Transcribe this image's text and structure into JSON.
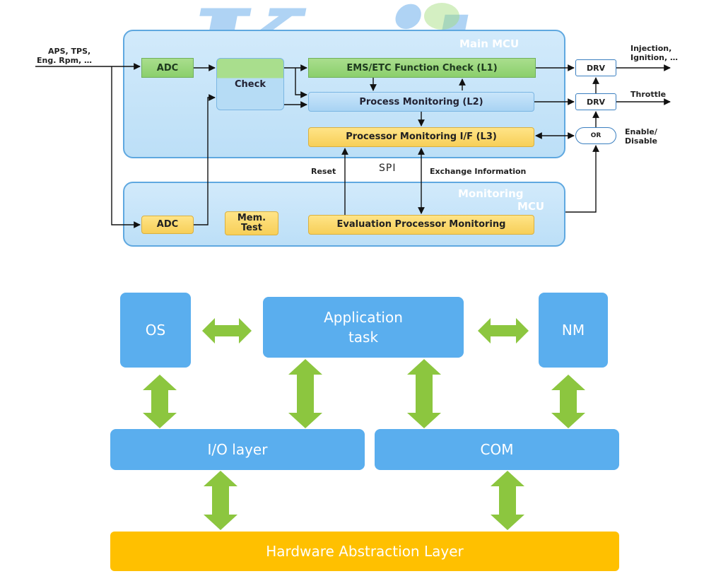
{
  "watermark": {
    "text": "Keit",
    "colors": {
      "letters": "#6eafeb",
      "dot": "#a0dc78"
    }
  },
  "top_diagram": {
    "inputs_label": [
      "APS, TPS,",
      "Eng. Rpm, …"
    ],
    "outputs": {
      "injection": [
        "Injection,",
        "Ignition, …"
      ],
      "throttle": "Throttle",
      "enable": [
        "Enable/",
        "Disable"
      ]
    },
    "main_mcu": {
      "title": "Main MCU",
      "adc": "ADC",
      "check": "Check",
      "l1": "EMS/ETC Function Check (L1)",
      "l2": "Process Monitoring (L2)",
      "l3": "Processor Monitoring I/F (L3)"
    },
    "drivers": {
      "drv1": "DRV",
      "drv2": "DRV",
      "or": "OR"
    },
    "link_labels": {
      "reset": "Reset",
      "spi": "SPI",
      "exchange": "Exchange Information"
    },
    "monitoring_mcu": {
      "title": [
        "Monitoring",
        "MCU"
      ],
      "adc": "ADC",
      "mem_test": [
        "Mem.",
        "Test"
      ],
      "evaluation": "Evaluation Processor Monitoring"
    },
    "colors": {
      "panel": "#bcdff7",
      "green_box": "#8bcf6c",
      "yellow_box": "#f7cf58"
    }
  },
  "bottom_diagram": {
    "os": "OS",
    "app": [
      "Application",
      "task"
    ],
    "nm": "NM",
    "io": "I/O layer",
    "com": "COM",
    "hal": "Hardware  Abstraction  Layer",
    "colors": {
      "block": "#5aaeee",
      "hal": "#ffc000",
      "arrow": "#8cc63f"
    }
  }
}
